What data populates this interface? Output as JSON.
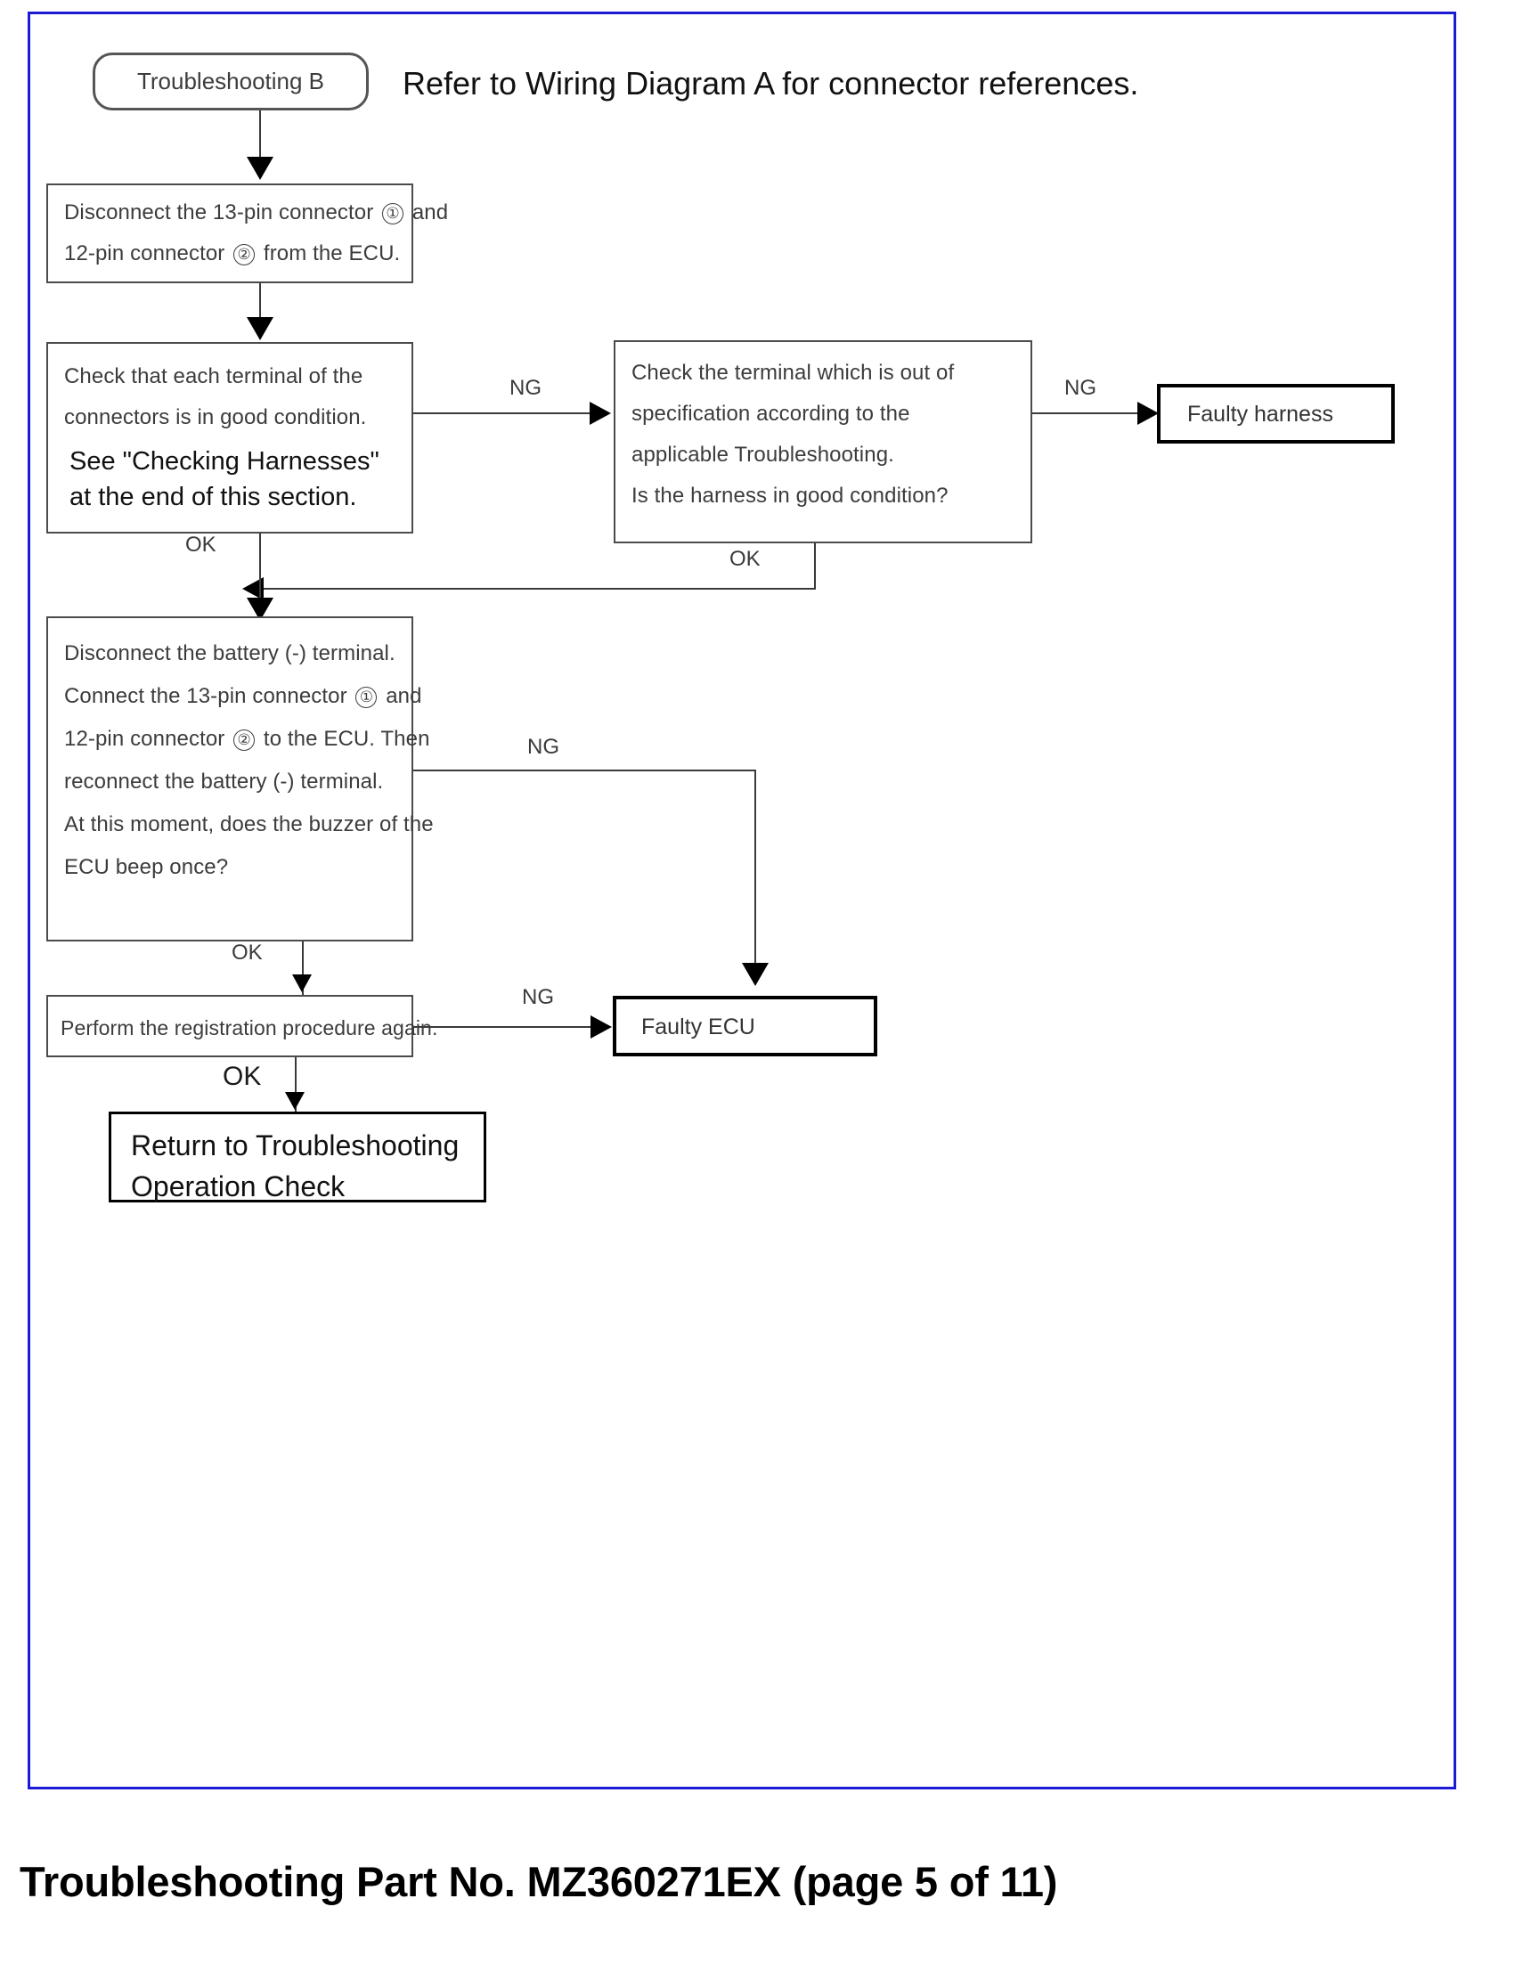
{
  "document": {
    "header_note": "Refer to Wiring Diagram A for connector references.",
    "footer_caption": "Troubleshooting Part No. MZ360271EX (page 5 of 11)",
    "frame_color": "#1b1bd6"
  },
  "flowchart": {
    "type": "flowchart",
    "start_node": {
      "label": "Troubleshooting B",
      "shape": "rounded-rectangle"
    },
    "nodes": [
      {
        "id": "disconnect-connectors",
        "shape": "rectangle",
        "lines": [
          {
            "parts": [
              "Disconnect the 13-pin connector ",
              "①",
              " and"
            ]
          },
          {
            "parts": [
              "12-pin connector ",
              "②",
              " from the ECU."
            ]
          }
        ]
      },
      {
        "id": "check-terminals",
        "shape": "rectangle",
        "lines": [
          "Check that each terminal of the",
          "connectors is in good condition.",
          "See \"Checking Harnesses\"",
          "at the end of this section."
        ]
      },
      {
        "id": "check-out-of-spec",
        "shape": "rectangle",
        "lines": [
          "Check the terminal which is out of",
          "specification according to the",
          "applicable Troubleshooting.",
          "Is the harness in good condition?"
        ]
      },
      {
        "id": "faulty-harness",
        "shape": "rectangle-bold",
        "lines": [
          "Faulty harness"
        ]
      },
      {
        "id": "reconnect-battery",
        "shape": "rectangle",
        "lines": [
          {
            "parts": [
              "Disconnect   the   battery   (-)   terminal."
            ]
          },
          {
            "parts": [
              "Connect   the   13-pin   connector ",
              "①",
              " and"
            ]
          },
          {
            "parts": [
              "12-pin connector ",
              "②",
              " to the ECU.  Then"
            ]
          },
          {
            "parts": [
              "reconnect the battery (-) terminal."
            ]
          },
          {
            "parts": [
              "At this moment, does the buzzer of the"
            ]
          },
          {
            "parts": [
              "ECU beep once?"
            ]
          }
        ]
      },
      {
        "id": "registration-procedure",
        "shape": "rectangle",
        "lines": [
          "Perform the registration procedure again."
        ]
      },
      {
        "id": "faulty-ecu",
        "shape": "rectangle-bold",
        "lines": [
          "Faulty ECU"
        ]
      },
      {
        "id": "return-operation-check",
        "shape": "rectangle",
        "lines": [
          "Return to Troubleshooting",
          "Operation Check"
        ]
      }
    ],
    "edge_labels": {
      "ng_terminals": "NG",
      "ng_harness": "NG",
      "ok_terminals": "OK",
      "ok_harness": "OK",
      "ng_buzzer": "NG",
      "ok_buzzer": "OK",
      "ng_registration": "NG",
      "ok_registration": "OK"
    }
  }
}
